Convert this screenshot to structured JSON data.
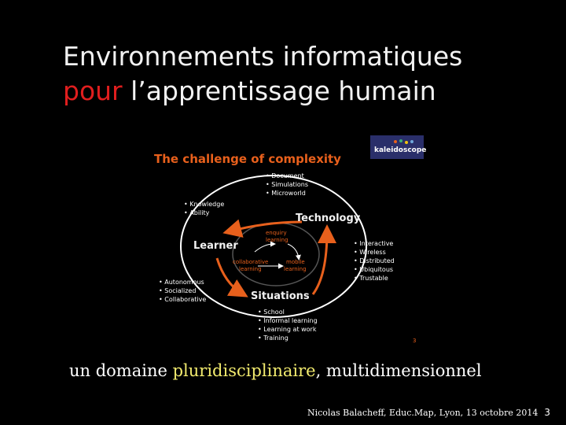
{
  "slide": {
    "title_line1": "Environnements informatiques",
    "title_line2_red": "pour",
    "title_line2_rest": " l’apprentissage humain",
    "subtitle_prefix": "un domaine ",
    "subtitle_highlight": "pluridisciplinaire",
    "subtitle_suffix": ", multidimensionnel",
    "footer_text": "Nicolas Balacheff, Educ.Map, Lyon, 13 octobre 2014",
    "page_number": "3"
  },
  "diagram": {
    "heading": "The challenge of complexity",
    "logo_text": "kaleidoscope",
    "nodes": {
      "learner": "Learner",
      "technology": "Technology",
      "situations": "Situations"
    },
    "inner": {
      "enquiry_1": "enquiry",
      "enquiry_2": "learning",
      "collab_1": "collaborative",
      "collab_2": "learning",
      "mobile_1": "mobile",
      "mobile_2": "learning"
    },
    "lists": {
      "technology_top": [
        "• Document",
        "• Simulations",
        "• Microworld"
      ],
      "learner_top": [
        "• Knowledge",
        "• Ability"
      ],
      "technology_right": [
        "• Interactive",
        "• Wireless",
        "• Distributed",
        "• Ubiquitous",
        "• Trustable"
      ],
      "learner_bottom": [
        "• Autonomous",
        "• Socialized",
        "• Collaborative"
      ],
      "situations_bottom": [
        "• School",
        "• Informal learning",
        "• Learning at work",
        "• Training"
      ]
    },
    "corner_mark": "3",
    "colors": {
      "heading": "#e8601c",
      "node": "#f2f2f2",
      "arrow": "#e8601c"
    }
  }
}
